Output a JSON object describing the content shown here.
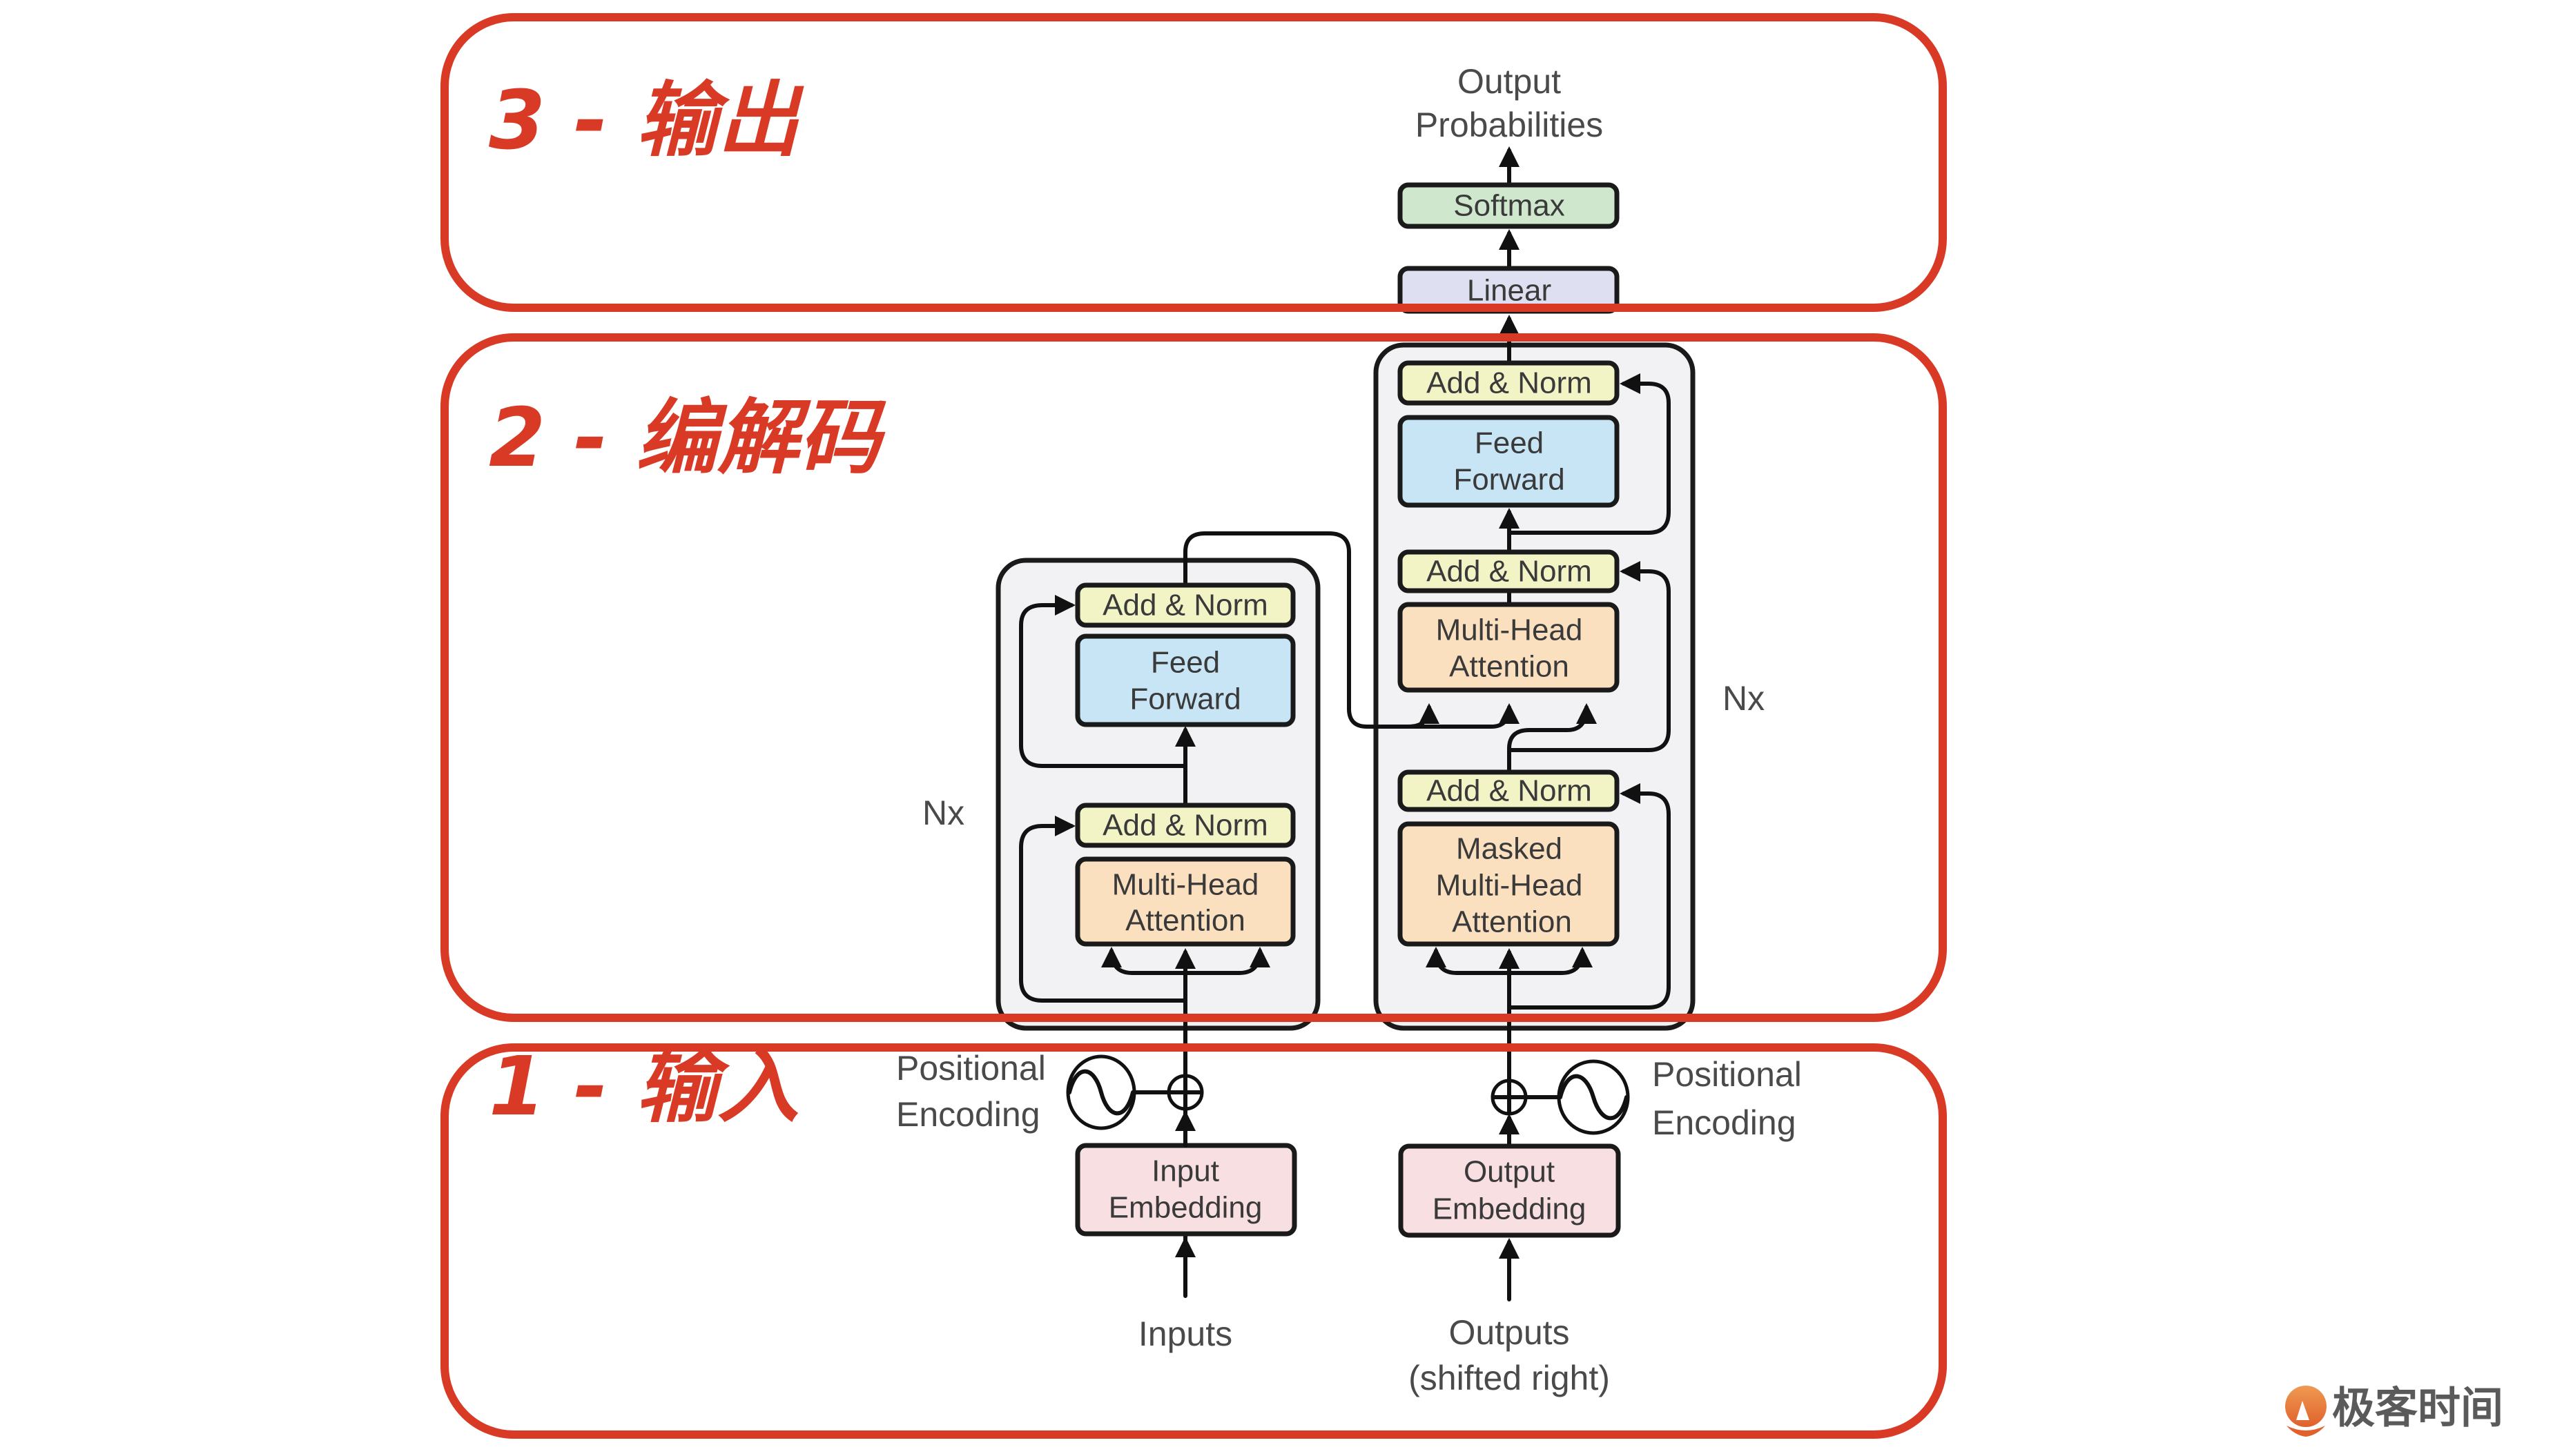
{
  "sections": [
    {
      "id": "output",
      "title": "3 - 输出"
    },
    {
      "id": "codec",
      "title": "2 - 编解码"
    },
    {
      "id": "input",
      "title": "1 - 输入"
    }
  ],
  "output_head": {
    "label_line1": "Output",
    "label_line2": "Probabilities",
    "softmax": "Softmax",
    "linear": "Linear"
  },
  "encoder": {
    "repeat_label": "Nx",
    "add_norm_top": "Add & Norm",
    "feed_forward_line1": "Feed",
    "feed_forward_line2": "Forward",
    "add_norm_bottom": "Add & Norm",
    "attention_line1": "Multi-Head",
    "attention_line2": "Attention"
  },
  "decoder": {
    "repeat_label": "Nx",
    "add_norm_top": "Add & Norm",
    "feed_forward_line1": "Feed",
    "feed_forward_line2": "Forward",
    "add_norm_mid": "Add & Norm",
    "cross_attention_line1": "Multi-Head",
    "cross_attention_line2": "Attention",
    "add_norm_bottom": "Add & Norm",
    "masked_attention_line1": "Masked",
    "masked_attention_line2": "Multi-Head",
    "masked_attention_line3": "Attention"
  },
  "inputs_side": {
    "positional_line1": "Positional",
    "positional_line2": "Encoding",
    "embedding_line1": "Input",
    "embedding_line2": "Embedding",
    "source_label": "Inputs"
  },
  "outputs_side": {
    "positional_line1": "Positional",
    "positional_line2": "Encoding",
    "embedding_line1": "Output",
    "embedding_line2": "Embedding",
    "source_line1": "Outputs",
    "source_line2": "(shifted right)"
  },
  "branding": {
    "logo_text": "极客时间",
    "logo_icon": "geektime-logo-icon",
    "brand_color": "#e8702e"
  },
  "colors": {
    "frame_red": "#d93a26",
    "add_norm": "#f3f4c6",
    "feed_forward": "#c7e5f5",
    "attention": "#fbe0c0",
    "embedding": "#f7dfe2",
    "softmax": "#cfe7cd",
    "linear": "#dedff1"
  }
}
